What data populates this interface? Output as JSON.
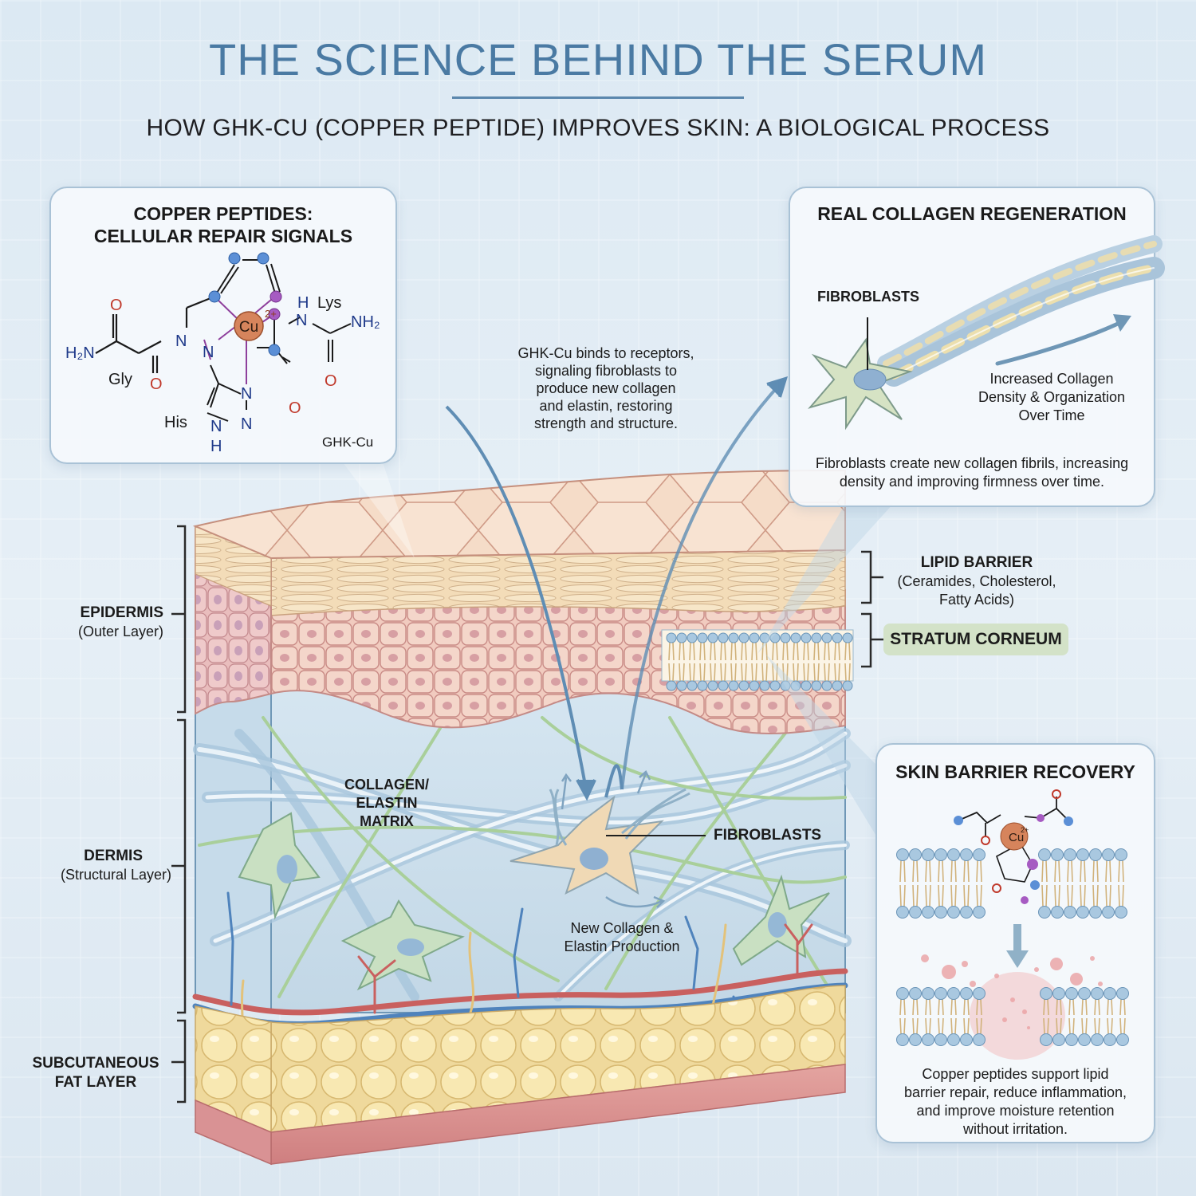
{
  "header": {
    "title": "THE SCIENCE BEHIND THE SERUM",
    "subtitle": "HOW GHK-CU (COPPER PEPTIDE) IMPROVES SKIN: A BIOLOGICAL PROCESS"
  },
  "colors": {
    "title_blue": "#4a7aa3",
    "card_border": "#a9c2d6",
    "skin_surface": "#f3d3bd",
    "epidermis_cells": "#eab9ad",
    "dermis_bg": "#cfe0ec",
    "fat_cells": "#f5e3a6",
    "muscle": "#d98e8e",
    "copper": "#d6845c",
    "stratum_badge": "#d3e2c8",
    "nitrogen": "#1f3a8a",
    "oxygen": "#c0392b"
  },
  "copper_card": {
    "title_line1": "COPPER PEPTIDES:",
    "title_line2": "CELLULAR REPAIR SIGNALS",
    "molecule": {
      "metal": "Cu",
      "charge": "2+",
      "residues": [
        "Gly",
        "His",
        "Lys"
      ],
      "name": "GHK-Cu",
      "atoms": {
        "amine_left": "H₂N",
        "amine_right": "NH₂",
        "oxygen": "O",
        "nitrogen": "N",
        "hydrogen": "H"
      }
    }
  },
  "center_callout": {
    "lines": [
      "GHK-Cu binds to receptors,",
      "signaling fibroblasts to",
      "produce new collagen",
      "and elastin, restoring",
      "strength and structure."
    ]
  },
  "collagen_card": {
    "title": "REAL COLLAGEN REGENERATION",
    "fibroblast_label": "FIBROBLASTS",
    "trend_lines": [
      "Increased Collagen",
      "Density & Organization",
      "Over Time"
    ],
    "description_lines": [
      "Fibroblasts create new collagen fibrils, increasing",
      "density and improving firmness over time."
    ]
  },
  "layers": {
    "epidermis": {
      "name": "EPIDERMIS",
      "detail": "(Outer Layer)"
    },
    "dermis": {
      "name": "DERMIS",
      "detail": "(Structural Layer)"
    },
    "subcutaneous": {
      "line1": "SUBCUTANEOUS",
      "line2": "FAT LAYER"
    }
  },
  "right_labels": {
    "lipid_barrier": {
      "name": "LIPID BARRIER",
      "detail_line1": "(Ceramides, Cholesterol,",
      "detail_line2": "Fatty Acids)"
    },
    "stratum_corneum": "STRATUM CORNEUM"
  },
  "dermis_labels": {
    "matrix_lines": [
      "COLLAGEN/",
      "ELASTIN",
      "MATRIX"
    ],
    "fibroblasts": "FIBROBLASTS",
    "production_lines": [
      "New Collagen &",
      "Elastin Production"
    ]
  },
  "barrier_card": {
    "title": "SKIN BARRIER RECOVERY",
    "metal": "Cu",
    "charge": "2+",
    "description_lines": [
      "Copper peptides support lipid",
      "barrier repair, reduce inflammation,",
      "and improve moisture retention",
      "without irritation."
    ]
  }
}
